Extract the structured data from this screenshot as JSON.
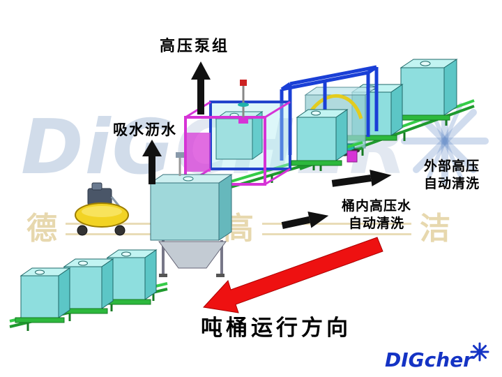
{
  "labels": {
    "pump_group": "高压泵组",
    "absorb_drain": "吸水沥水",
    "external_wash_l1": "外部高压",
    "external_wash_l2": "自动清洗",
    "inner_wash_l1": "桶内高压水",
    "inner_wash_l2": "自动清洗",
    "flow_direction": "吨桶运行方向"
  },
  "watermark": {
    "brand_bold": "DiG",
    "brand_light": "CHER",
    "cjk_1": "德",
    "cjk_2": "高",
    "cjk_3": "洁"
  },
  "logo": {
    "part1": "DIG",
    "part2": "cher"
  },
  "icons": {
    "starburst": "starburst-icon",
    "up_arrow": "up-arrow-icon",
    "right_arrow": "right-arrow-icon",
    "direction_arrow": "red-direction-arrow"
  },
  "colors": {
    "tote_cyan": "#8edede",
    "conveyor_green": "#2db83d",
    "frame_blue": "#1a3fd6",
    "frame_magenta": "#d633d6",
    "compressor_yellow": "#f2d324",
    "arrow_black": "#111111",
    "arrow_red": "#ee1111",
    "logo_blue": "#1433c4",
    "watermark_blue": "#2f5f9e",
    "watermark_gold": "#c9a84c"
  }
}
